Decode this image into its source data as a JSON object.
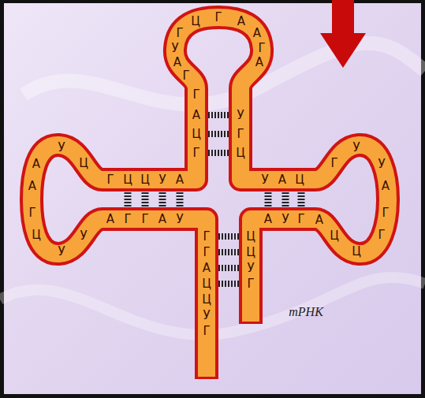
{
  "diagram": {
    "labels": [
      "Г",
      "У",
      "А",
      "Г",
      "Ц",
      "Г",
      "А",
      "А",
      "Г",
      "А",
      "Г",
      "А",
      "Ц",
      "Г",
      "У",
      "Г",
      "Ц",
      "Г",
      "Ц",
      "Ц",
      "У",
      "А",
      "У",
      "Ц",
      "А",
      "А",
      "Г",
      "Ц",
      "У",
      "У",
      "А",
      "Г",
      "Г",
      "А",
      "У",
      "У",
      "А",
      "Ц",
      "Г",
      "У",
      "У",
      "А",
      "Г",
      "Г",
      "Ц",
      "Ц",
      "А",
      "А",
      "У",
      "Г",
      "Г",
      "Г",
      "А",
      "Ц",
      "Ц",
      "У",
      "Г",
      "Ц",
      "Ц",
      "У",
      "Г",
      "тРНК"
    ]
  }
}
